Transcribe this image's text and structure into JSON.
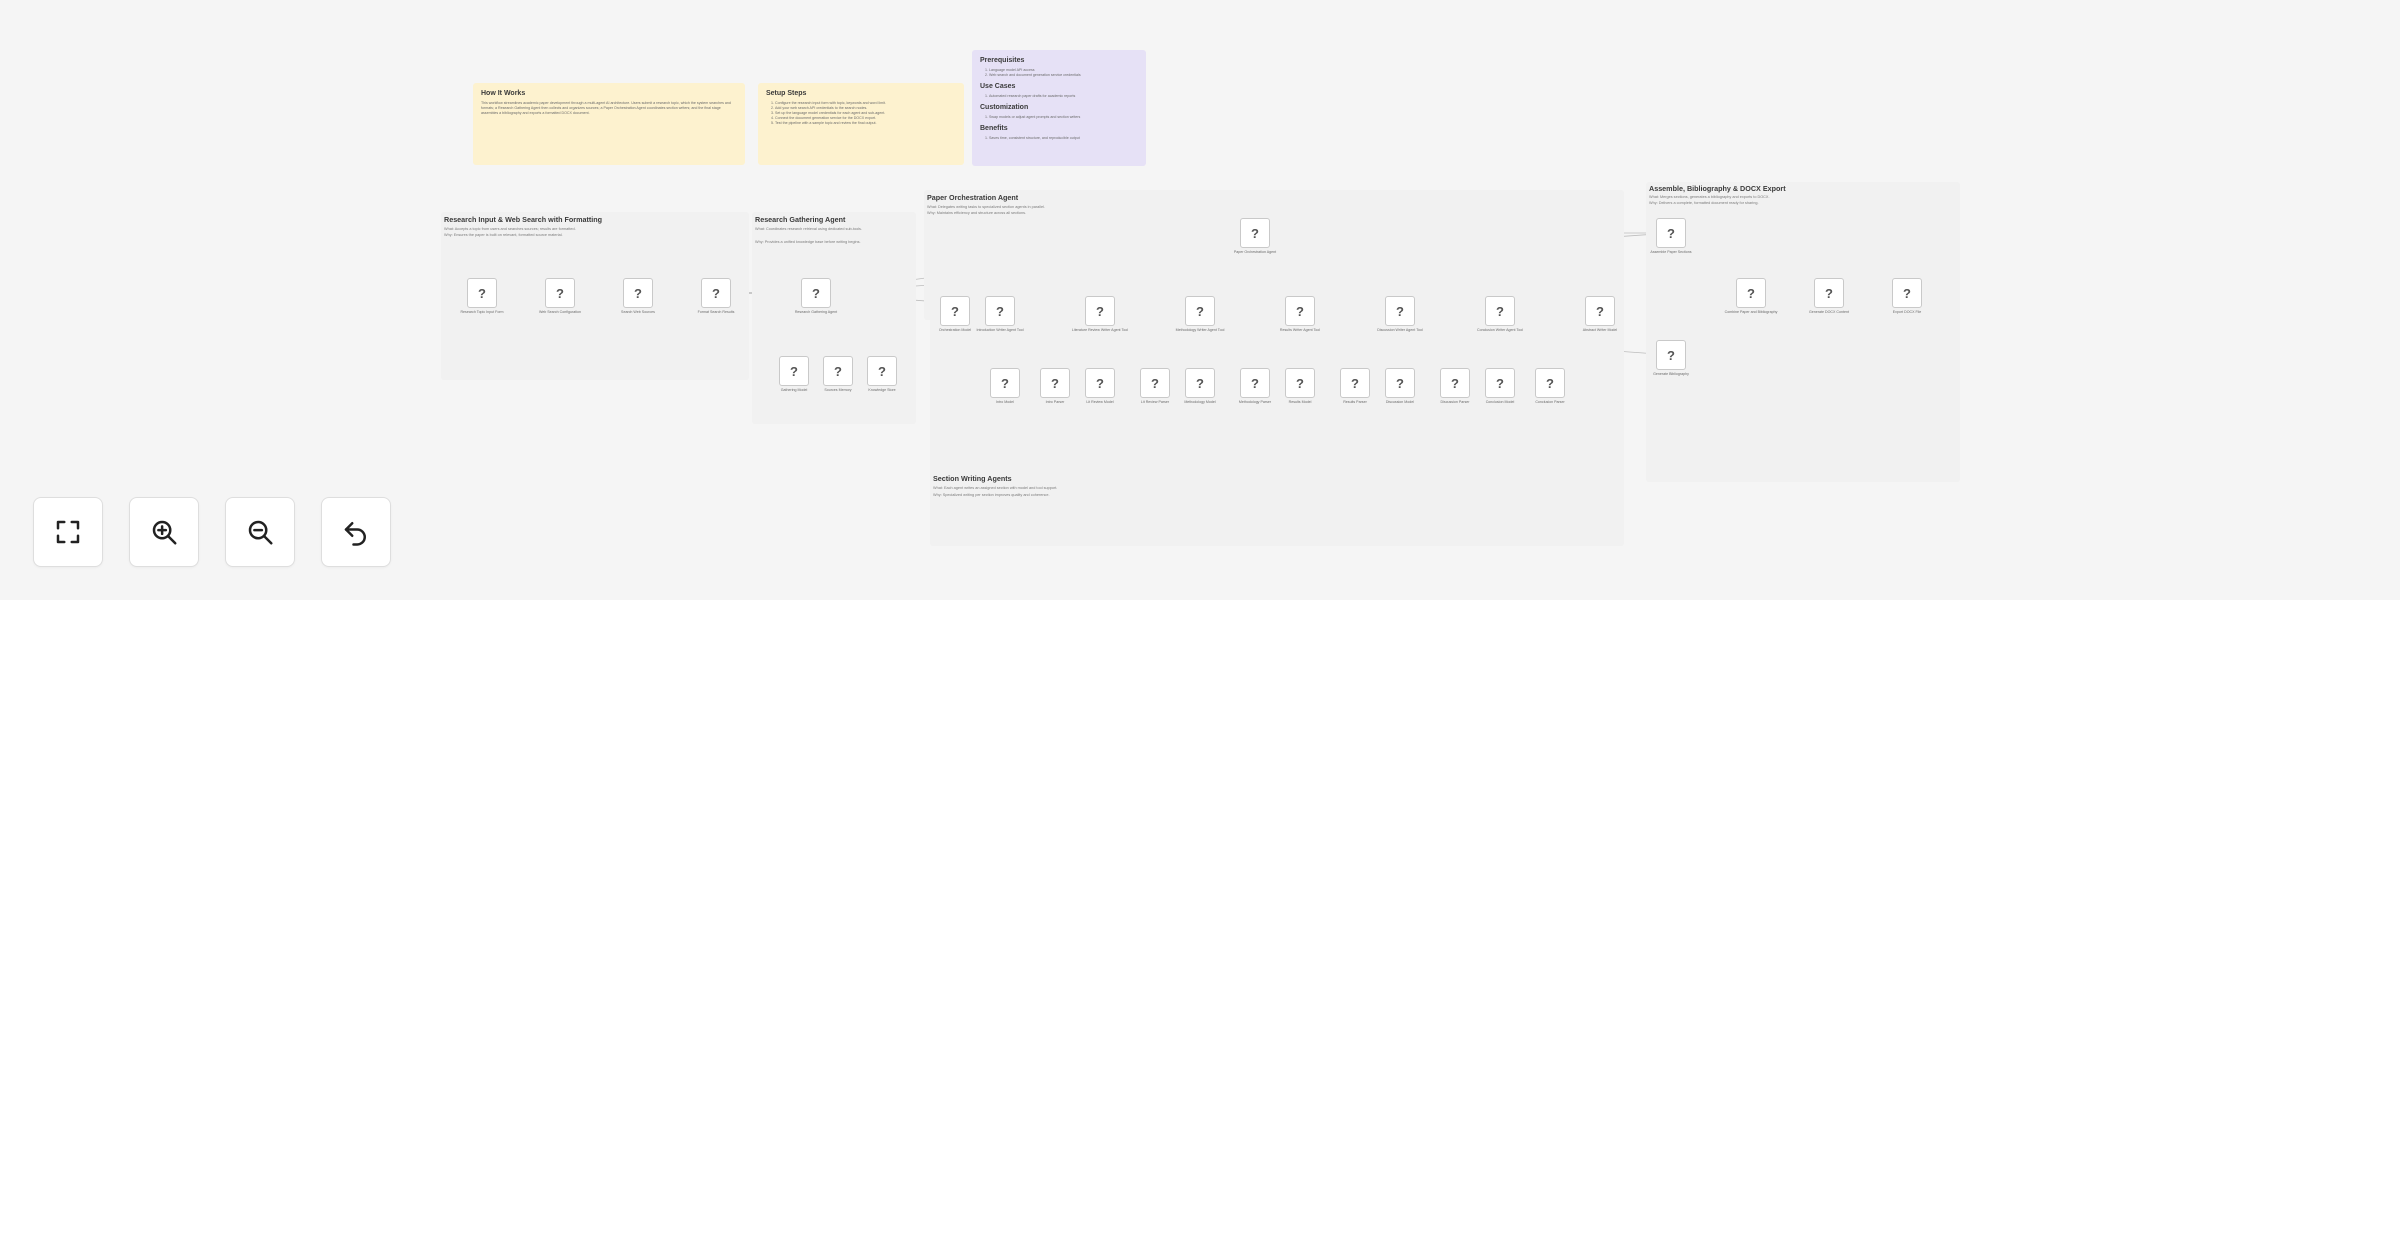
{
  "notes": {
    "how_it_works": {
      "title": "How It Works",
      "body": "This workflow streamlines academic paper development through a multi-agent AI architecture. Users submit a research topic, which the system searches and formats; a Research Gathering Agent then collects and organizes sources; a Paper Orchestration Agent coordinates section writers; and the final stage assembles a bibliography and exports a formatted DOCX document."
    },
    "setup_steps": {
      "title": "Setup Steps",
      "items": [
        "Configure the research input form with topic, keywords and word limit.",
        "Add your web search API credentials to the search nodes.",
        "Set up the language model credentials for each agent and sub-agent.",
        "Connect the document generation service for the DOCX export.",
        "Test the pipeline with a sample topic and review the final output."
      ]
    },
    "info": {
      "prerequisites_title": "Prerequisites",
      "prerequisites": [
        "Language model API access",
        "Web search and document generation service credentials"
      ],
      "use_cases_title": "Use Cases",
      "use_cases": [
        "Automated research paper drafts for academic reports"
      ],
      "customization_title": "Customization",
      "customization": [
        "Swap models or adjust agent prompts and section writers"
      ],
      "benefits_title": "Benefits",
      "benefits": [
        "Saves time, consistent structure, and reproducible output"
      ]
    }
  },
  "groups": {
    "research_input": {
      "title": "Research Input & Web Search with Formatting",
      "desc_what": "What: Accepts a topic from users and searches sources; results are formatted.",
      "desc_why": "Why: Ensures the paper is built on relevant, formatted source material."
    },
    "research_gathering": {
      "title": "Research Gathering Agent",
      "desc_what": "What: Coordinates research retrieval using dedicated sub-tools.",
      "desc_why": "Why: Provides a unified knowledge base before writing begins."
    },
    "paper_orchestration": {
      "title": "Paper Orchestration Agent",
      "desc_what": "What: Delegates writing tasks to specialized section agents in parallel.",
      "desc_why": "Why: Maintains efficiency and structure across all sections."
    },
    "section_writing": {
      "title": "Section Writing Agents",
      "desc_what": "What: Each agent writes an assigned section with model and tool support.",
      "desc_why": "Why: Specialized writing per section improves quality and coherence."
    },
    "assemble": {
      "title": "Assemble, Bibliography & DOCX Export",
      "desc_what": "What: Merges sections, generates a bibliography and exports to DOCX.",
      "desc_why": "Why: Delivers a complete, formatted document ready for sharing."
    }
  },
  "nodes": [
    {
      "label": "Research Topic Input Form"
    },
    {
      "label": "Web Search Configuration"
    },
    {
      "label": "Search Web Sources"
    },
    {
      "label": "Format Search Results"
    },
    {
      "label": "Research Gathering Agent"
    },
    {
      "label": "Gathering Model"
    },
    {
      "label": "Sources Memory"
    },
    {
      "label": "Knowledge Store"
    },
    {
      "label": "Paper Orchestration Agent"
    },
    {
      "label": "Orchestration Model"
    },
    {
      "label": "Introduction Writer Agent Tool"
    },
    {
      "label": "Literature Review Writer Agent Tool"
    },
    {
      "label": "Methodology Writer Agent Tool"
    },
    {
      "label": "Results Writer Agent Tool"
    },
    {
      "label": "Discussion Writer Agent Tool"
    },
    {
      "label": "Conclusion Writer Agent Tool"
    },
    {
      "label": "Abstract Writer Model"
    },
    {
      "label": "Intro Model"
    },
    {
      "label": "Intro Parser"
    },
    {
      "label": "Lit Review Model"
    },
    {
      "label": "Lit Review Parser"
    },
    {
      "label": "Methodology Model"
    },
    {
      "label": "Methodology Parser"
    },
    {
      "label": "Results Model"
    },
    {
      "label": "Results Parser"
    },
    {
      "label": "Discussion Model"
    },
    {
      "label": "Discussion Parser"
    },
    {
      "label": "Conclusion Model"
    },
    {
      "label": "Conclusion Parser"
    },
    {
      "label": "Assemble Paper Sections"
    },
    {
      "label": "Generate Bibliography"
    },
    {
      "label": "Combine Paper and Bibliography"
    },
    {
      "label": "Generate DOCX Content"
    },
    {
      "label": "Export DOCX File"
    }
  ],
  "node_icon": "?",
  "controls": [
    {
      "name": "fit-view-button",
      "icon": "fullscreen-icon"
    },
    {
      "name": "zoom-in-button",
      "icon": "zoom-in-icon"
    },
    {
      "name": "zoom-out-button",
      "icon": "zoom-out-icon"
    },
    {
      "name": "undo-button",
      "icon": "undo-icon"
    }
  ],
  "colors": {
    "canvas": "#f5f5f5",
    "sticky_yellow": "#fdf2cf",
    "sticky_purple": "#e6e1f6",
    "group": "#f1f1f1",
    "node_border": "#c9c9c9"
  }
}
